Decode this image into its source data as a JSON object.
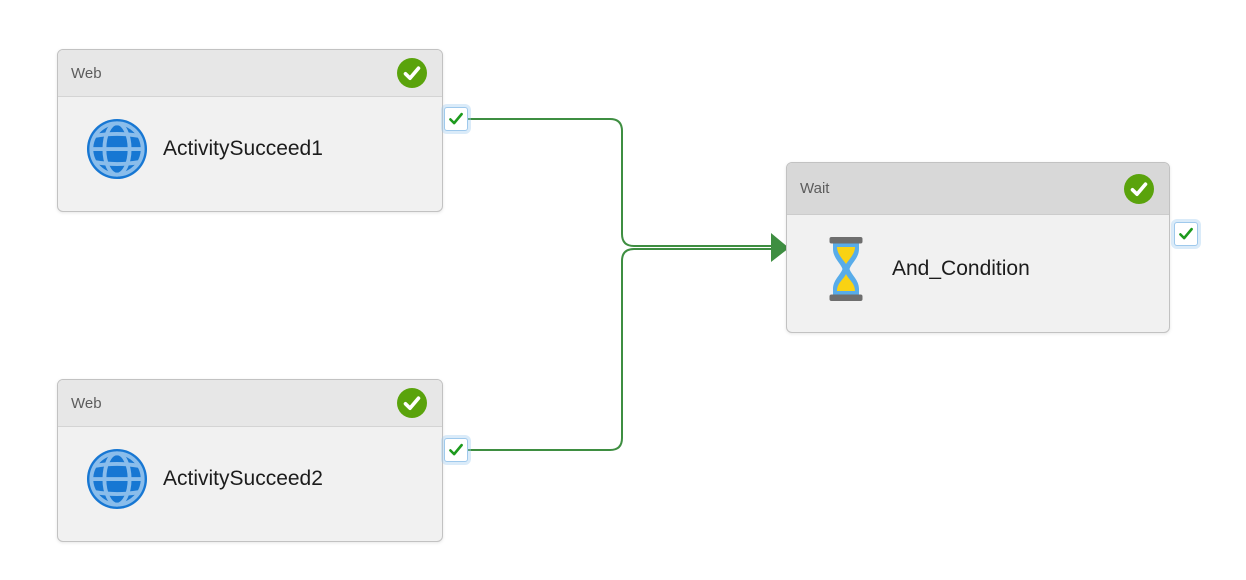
{
  "canvas": {
    "background": "#ffffff"
  },
  "nodes": [
    {
      "type": "Web",
      "name": "ActivitySucceed1",
      "status": "Succeeded",
      "icon": "globe-icon",
      "output_port": {
        "condition": "Success",
        "icon": "check-icon"
      }
    },
    {
      "type": "Web",
      "name": "ActivitySucceed2",
      "status": "Succeeded",
      "icon": "globe-icon",
      "output_port": {
        "condition": "Success",
        "icon": "check-icon"
      }
    },
    {
      "type": "Wait",
      "name": "And_Condition",
      "status": "Succeeded",
      "icon": "hourglass-icon",
      "output_port": {
        "condition": "Success",
        "icon": "check-icon"
      }
    }
  ],
  "connections": [
    {
      "from": "ActivitySucceed1",
      "to": "And_Condition",
      "on": "Success"
    },
    {
      "from": "ActivitySucceed2",
      "to": "And_Condition",
      "on": "Success"
    }
  ],
  "colors": {
    "connector_green": "#3e8e41",
    "status_badge_green": "#5aa30c",
    "port_check_green": "#1d9a1d",
    "web_icon_blue": "#1777d3",
    "web_icon_grid_blue": "#8abdeb",
    "hourglass_glass_blue": "#58ace9",
    "hourglass_sand_yellow": "#f9d213",
    "hourglass_frame_gray": "#6e6e6e"
  }
}
